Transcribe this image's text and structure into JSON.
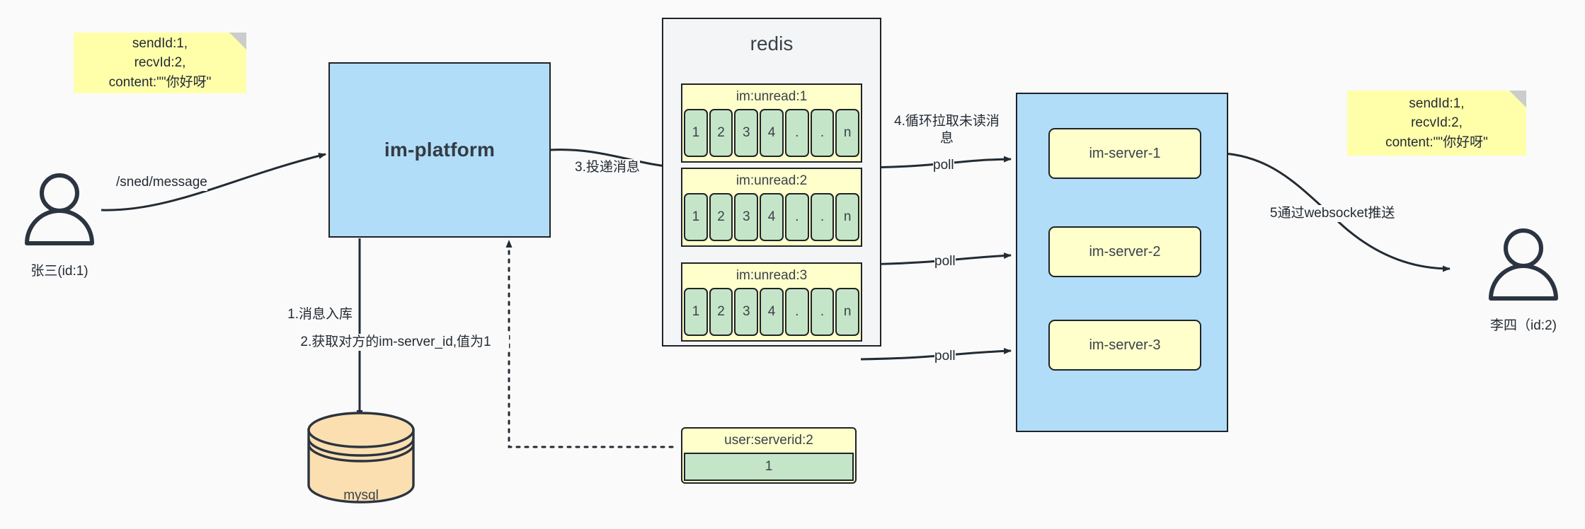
{
  "diagram": {
    "title": "IM message delivery architecture",
    "background": "#fafafa"
  },
  "colors": {
    "note_yellow": "#ffffaa",
    "box_blue": "#b1ddf8",
    "key_yellow": "#ffffcc",
    "cell_green": "#c5e5c8",
    "db_orange": "#fcdfb0",
    "panel_grey": "#f4f5f6",
    "stroke": "#1f2328"
  },
  "notes": {
    "left": "sendId:1,\nrecvId:2,\ncontent:\"\"你好呀\"",
    "right": "sendId:1,\nrecvId:2,\ncontent:\"\"你好呀\""
  },
  "actors": {
    "sender": {
      "label": "张三(id:1)",
      "icon": "user-icon"
    },
    "receiver": {
      "label": "李四（id:2)",
      "icon": "user-icon"
    }
  },
  "platform": {
    "label": "im-platform"
  },
  "database": {
    "label": "mysql",
    "icon": "database-cylinder-icon"
  },
  "redis": {
    "title": "redis",
    "keys": [
      {
        "name": "im:unread:1",
        "cells": [
          "1",
          "2",
          "3",
          "4",
          ".",
          ".",
          "n"
        ]
      },
      {
        "name": "im:unread:2",
        "cells": [
          "1",
          "2",
          "3",
          "4",
          ".",
          ".",
          "n"
        ]
      },
      {
        "name": "im:unread:3",
        "cells": [
          "1",
          "2",
          "3",
          "4",
          ".",
          ".",
          "n"
        ]
      }
    ],
    "serverid_key": {
      "name": "user:serverid:2",
      "value": "1"
    }
  },
  "im_servers": {
    "items": [
      {
        "label": "im-server-1"
      },
      {
        "label": "im-server-2"
      },
      {
        "label": "im-server-3"
      }
    ]
  },
  "edges": {
    "send_message": "/sned/message",
    "step1": "1.消息入库",
    "step2": "2.获取对方的im-server_id,值为1",
    "step3": "3.投递消息",
    "step4": "4.循环拉取未读消\n息",
    "poll1": "poll",
    "poll2": "poll",
    "poll3": "poll",
    "step5": "5通过websocket推送"
  }
}
